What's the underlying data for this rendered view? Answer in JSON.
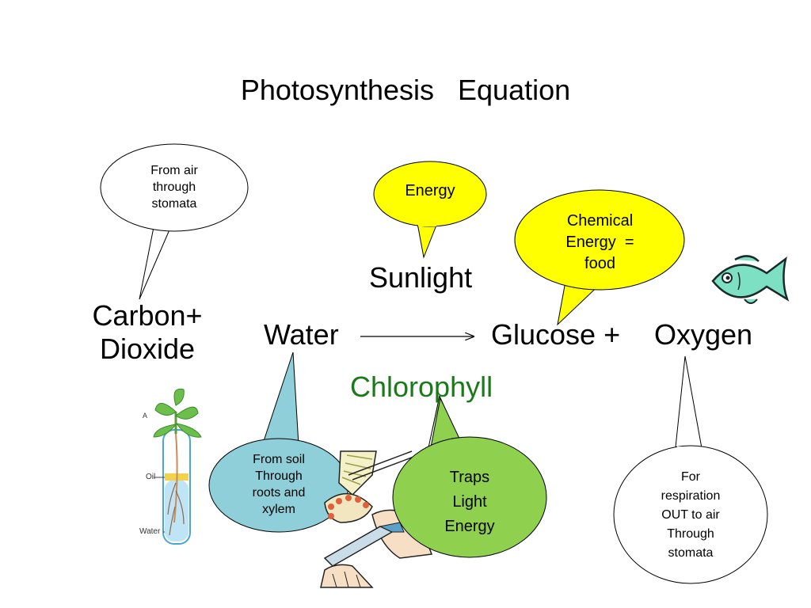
{
  "title": "Photosynthesis   Equation",
  "equation": {
    "carbon_dioxide_line1": "Carbon+",
    "carbon_dioxide_line2": "Dioxide",
    "water": "Water",
    "sunlight": "Sunlight",
    "chlorophyll": "Chlorophyll",
    "glucose": "Glucose +",
    "oxygen": "Oxygen"
  },
  "callouts": {
    "air": [
      "From air",
      "through",
      "stomata"
    ],
    "energy": [
      "Energy"
    ],
    "chemical": [
      "Chemical",
      "Energy  =",
      "food"
    ],
    "soil": [
      "From soil",
      "Through",
      "roots and",
      "xylem"
    ],
    "traps": [
      "Traps",
      "Light",
      "Energy"
    ],
    "respiration": [
      "For",
      "respiration",
      "OUT to air",
      "Through",
      "stomata"
    ]
  },
  "illustration": {
    "test_tube_labels": {
      "a": "A",
      "oil": "Oil",
      "water": "Water"
    }
  },
  "colors": {
    "yellow_bubble": "#ffff00",
    "teal_bubble": "#8fcfd9",
    "green_bubble": "#8fd14f",
    "chlorophyll_text": "#1a7a1a",
    "fish": "#7ee0c2"
  }
}
